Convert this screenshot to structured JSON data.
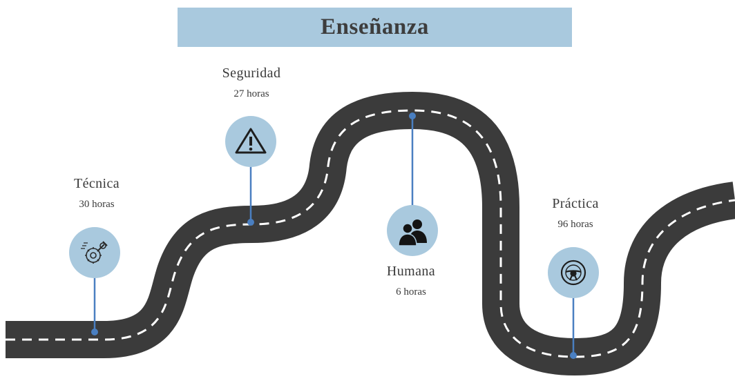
{
  "title": "Enseñanza",
  "colors": {
    "banner": "#a9c9de",
    "road": "#3b3b3b",
    "road_dash": "#ffffff",
    "marker_circle": "#a9c9de",
    "marker_line": "#4a7fc1"
  },
  "stages": [
    {
      "name": "Técnica",
      "hours": "30 horas",
      "icon": "gear-wrench-icon"
    },
    {
      "name": "Seguridad",
      "hours": "27 horas",
      "icon": "warning-triangle-icon"
    },
    {
      "name": "Humana",
      "hours": "6 horas",
      "icon": "people-icon"
    },
    {
      "name": "Práctica",
      "hours": "96 horas",
      "icon": "steering-wheel-icon"
    }
  ]
}
